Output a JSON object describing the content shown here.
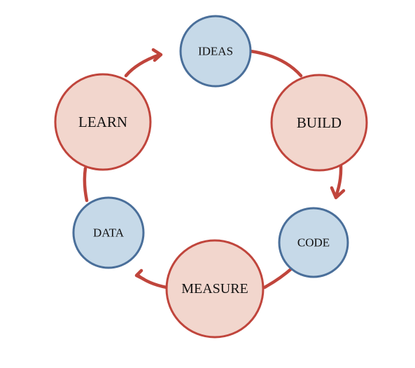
{
  "diagram": {
    "nodes": [
      {
        "id": "ideas",
        "label": "IDEAS",
        "kind": "artifact"
      },
      {
        "id": "build",
        "label": "BUILD",
        "kind": "activity"
      },
      {
        "id": "code",
        "label": "CODE",
        "kind": "artifact"
      },
      {
        "id": "measure",
        "label": "MEASURE",
        "kind": "activity"
      },
      {
        "id": "data",
        "label": "DATA",
        "kind": "artifact"
      },
      {
        "id": "learn",
        "label": "LEARN",
        "kind": "activity"
      }
    ],
    "edges": [
      {
        "from": "ideas",
        "to": "build"
      },
      {
        "from": "build",
        "to": "code"
      },
      {
        "from": "code",
        "to": "measure"
      },
      {
        "from": "measure",
        "to": "data"
      },
      {
        "from": "data",
        "to": "learn"
      },
      {
        "from": "learn",
        "to": "ideas"
      }
    ],
    "colors": {
      "activity_fill": "#f2d6cd",
      "activity_stroke": "#c0453c",
      "artifact_fill": "#c6d9e8",
      "artifact_stroke": "#4a6f9a",
      "arrow": "#c0453c"
    }
  }
}
